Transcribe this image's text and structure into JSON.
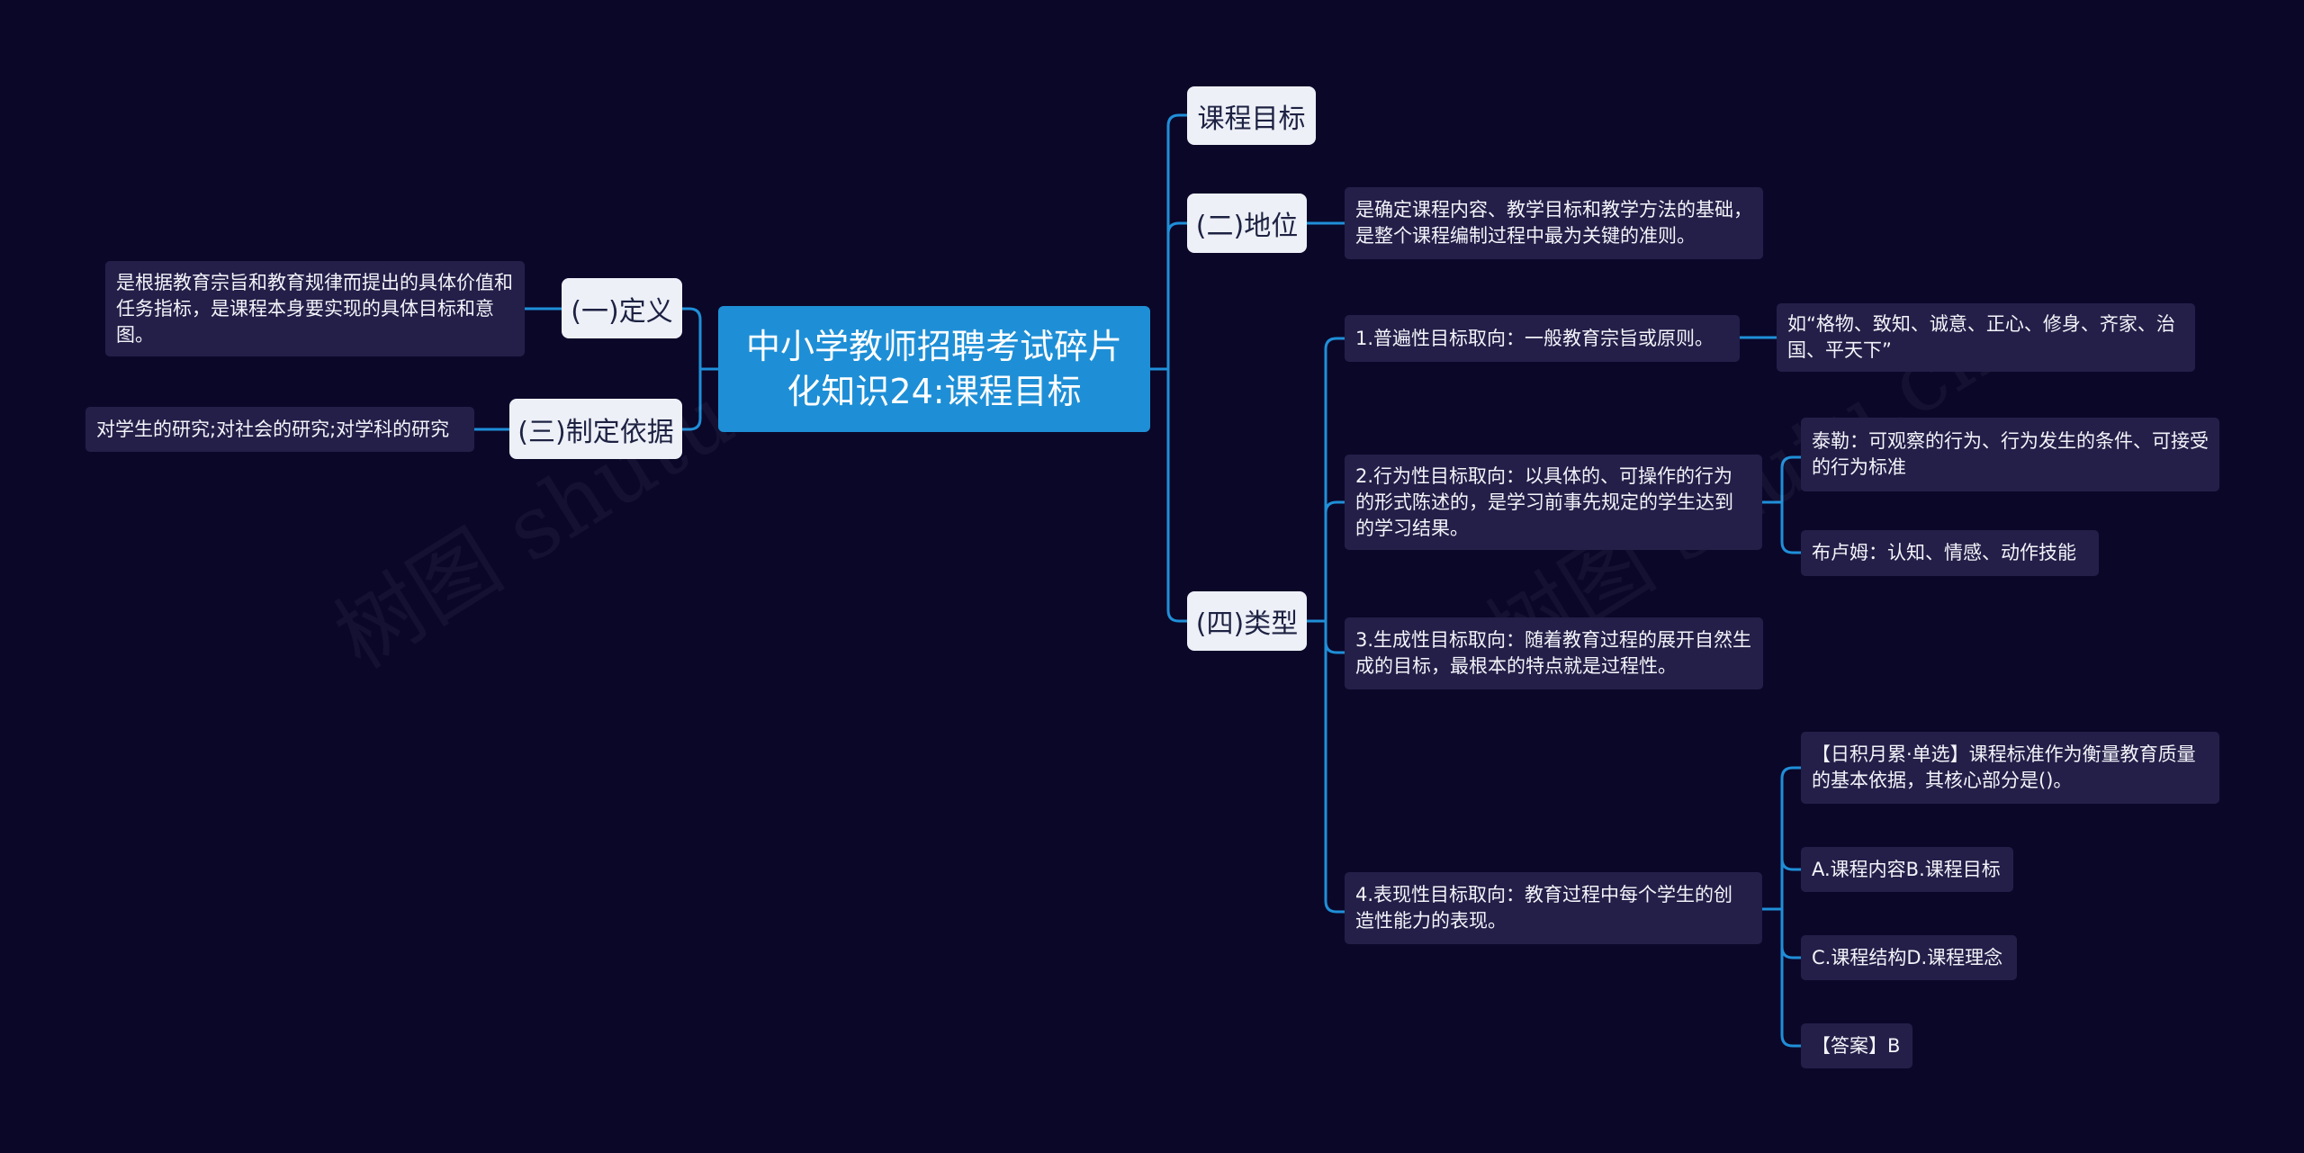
{
  "watermarks": [
    "树图 shutu.cn",
    "树图 shutu.cn"
  ],
  "root": {
    "title": "中小学教师招聘考试碎片化知识24:课程目标"
  },
  "left": {
    "definition": {
      "label": "(一)定义",
      "detail": "是根据教育宗旨和教育规律而提出的具体价值和任务指标，是课程本身要实现的具体目标和意图。"
    },
    "basis": {
      "label": "(三)制定依据",
      "detail": "对学生的研究;对社会的研究;对学科的研究"
    }
  },
  "right": {
    "goal": {
      "label": "课程目标"
    },
    "status": {
      "label": "(二)地位",
      "detail": "是确定课程内容、教学目标和教学方法的基础，是整个课程编制过程中最为关键的准则。"
    },
    "types": {
      "label": "(四)类型",
      "items": [
        {
          "text": "1.普遍性目标取向：一般教育宗旨或原则。",
          "children": [
            "如“格物、致知、诚意、正心、修身、齐家、治国、平天下”"
          ]
        },
        {
          "text": "2.行为性目标取向：以具体的、可操作的行为的形式陈述的，是学习前事先规定的学生达到的学习结果。",
          "children": [
            "泰勒：可观察的行为、行为发生的条件、可接受的行为标准",
            "布卢姆：认知、情感、动作技能"
          ]
        },
        {
          "text": "3.生成性目标取向：随着教育过程的展开自然生成的目标，最根本的特点就是过程性。",
          "children": []
        },
        {
          "text": "4.表现性目标取向：教育过程中每个学生的创造性能力的表现。",
          "children": [
            "【日积月累·单选】课程标准作为衡量教育质量的基本依据，其核心部分是()。",
            "A.课程内容B.课程目标",
            "C.课程结构D.课程理念",
            "【答案】B"
          ]
        }
      ]
    }
  },
  "colors": {
    "background": "#0b0729",
    "root": "#1e8fd6",
    "main_node": "#eef0f8",
    "leaf_node": "#241f48",
    "connector": "#1f8fd8"
  }
}
